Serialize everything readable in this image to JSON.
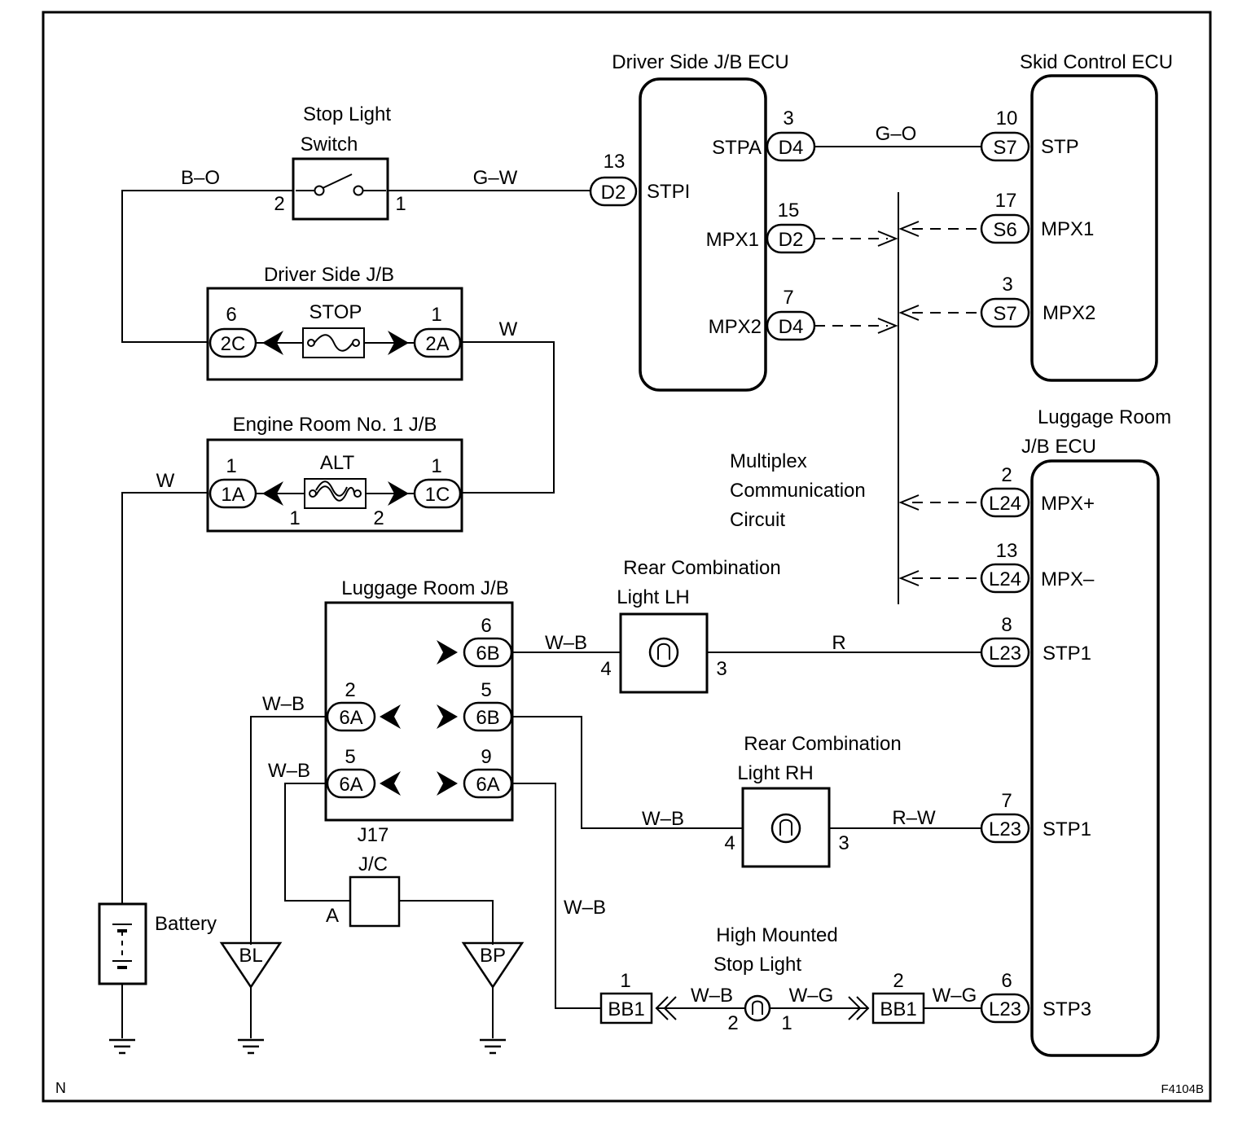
{
  "components": {
    "stop_light_switch": {
      "title_line1": "Stop Light",
      "title_line2": "Switch",
      "pin_left": "2",
      "pin_right": "1"
    },
    "driver_side_jb": {
      "title": "Driver Side J/B",
      "fuse": "STOP",
      "left_pin": "6",
      "left_conn": "2C",
      "right_pin": "1",
      "right_conn": "2A"
    },
    "engine_room_jb": {
      "title": "Engine Room No. 1 J/B",
      "fuse": "ALT",
      "left_pin": "1",
      "left_conn": "1A",
      "right_pin": "1",
      "right_conn": "1C",
      "fuse_pin_left": "1",
      "fuse_pin_right": "2"
    },
    "driver_side_ecu": {
      "title": "Driver Side J/B ECU",
      "stpi": {
        "pin": "13",
        "conn": "D2",
        "label": "STPI"
      },
      "stpa": {
        "pin": "3",
        "conn": "D4",
        "label": "STPA"
      },
      "mpx1": {
        "pin": "15",
        "conn": "D2",
        "label": "MPX1"
      },
      "mpx2": {
        "pin": "7",
        "conn": "D4",
        "label": "MPX2"
      }
    },
    "skid_control_ecu": {
      "title": "Skid Control ECU",
      "stp": {
        "pin": "10",
        "conn": "S7",
        "label": "STP"
      },
      "mpx1": {
        "pin": "17",
        "conn": "S6",
        "label": "MPX1"
      },
      "mpx2": {
        "pin": "3",
        "conn": "S7",
        "label": "MPX2"
      }
    },
    "multiplex": {
      "line1": "Multiplex",
      "line2": "Communication",
      "line3": "Circuit"
    },
    "luggage_room_ecu": {
      "title_line1": "Luggage Room",
      "title_line2": "J/B ECU",
      "mpx_plus": {
        "pin": "2",
        "conn": "L24",
        "label": "MPX+"
      },
      "mpx_minus": {
        "pin": "13",
        "conn": "L24",
        "label": "MPX–"
      },
      "stp1_a": {
        "pin": "8",
        "conn": "L23",
        "label": "STP1"
      },
      "stp1_b": {
        "pin": "7",
        "conn": "L23",
        "label": "STP1"
      },
      "stp3": {
        "pin": "6",
        "conn": "L23",
        "label": "STP3"
      }
    },
    "luggage_room_jb": {
      "title": "Luggage Room J/B",
      "p6b_top": {
        "pin": "6",
        "conn": "6B"
      },
      "p6a_left_top": {
        "pin": "2",
        "conn": "6A"
      },
      "p6b_mid": {
        "pin": "5",
        "conn": "6B"
      },
      "p6a_left_bottom": {
        "pin": "5",
        "conn": "6A"
      },
      "p6a_right_bottom": {
        "pin": "9",
        "conn": "6A"
      }
    },
    "rear_light_lh": {
      "title_line1": "Rear Combination",
      "title_line2": "Light LH",
      "pin_left": "4",
      "pin_right": "3"
    },
    "rear_light_rh": {
      "title_line1": "Rear Combination",
      "title_line2": "Light RH",
      "pin_left": "4",
      "pin_right": "3"
    },
    "high_mounted": {
      "title_line1": "High Mounted",
      "title_line2": "Stop Light",
      "pin_left": "2",
      "pin_right": "1"
    },
    "bb1_left": {
      "pin": "1",
      "conn": "BB1"
    },
    "bb1_right": {
      "pin": "2",
      "conn": "BB1"
    },
    "junction": {
      "id": "J17",
      "label": "J/C",
      "pin": "A"
    },
    "battery": {
      "label": "Battery"
    },
    "ground_bl": {
      "label": "BL"
    },
    "ground_bp": {
      "label": "BP"
    }
  },
  "wires": {
    "b_o": "B–O",
    "g_w": "G–W",
    "g_o": "G–O",
    "w_top": "W",
    "w_left": "W",
    "w_b_lh": "W–B",
    "r": "R",
    "w_b_left1": "W–B",
    "w_b_left2": "W–B",
    "w_b_rh": "W–B",
    "r_w": "R–W",
    "w_b_down": "W–B",
    "w_b_hm": "W–B",
    "w_g_hm": "W–G",
    "w_g_ecu": "W–G"
  },
  "footer": {
    "left": "N",
    "right": "F4104B"
  }
}
